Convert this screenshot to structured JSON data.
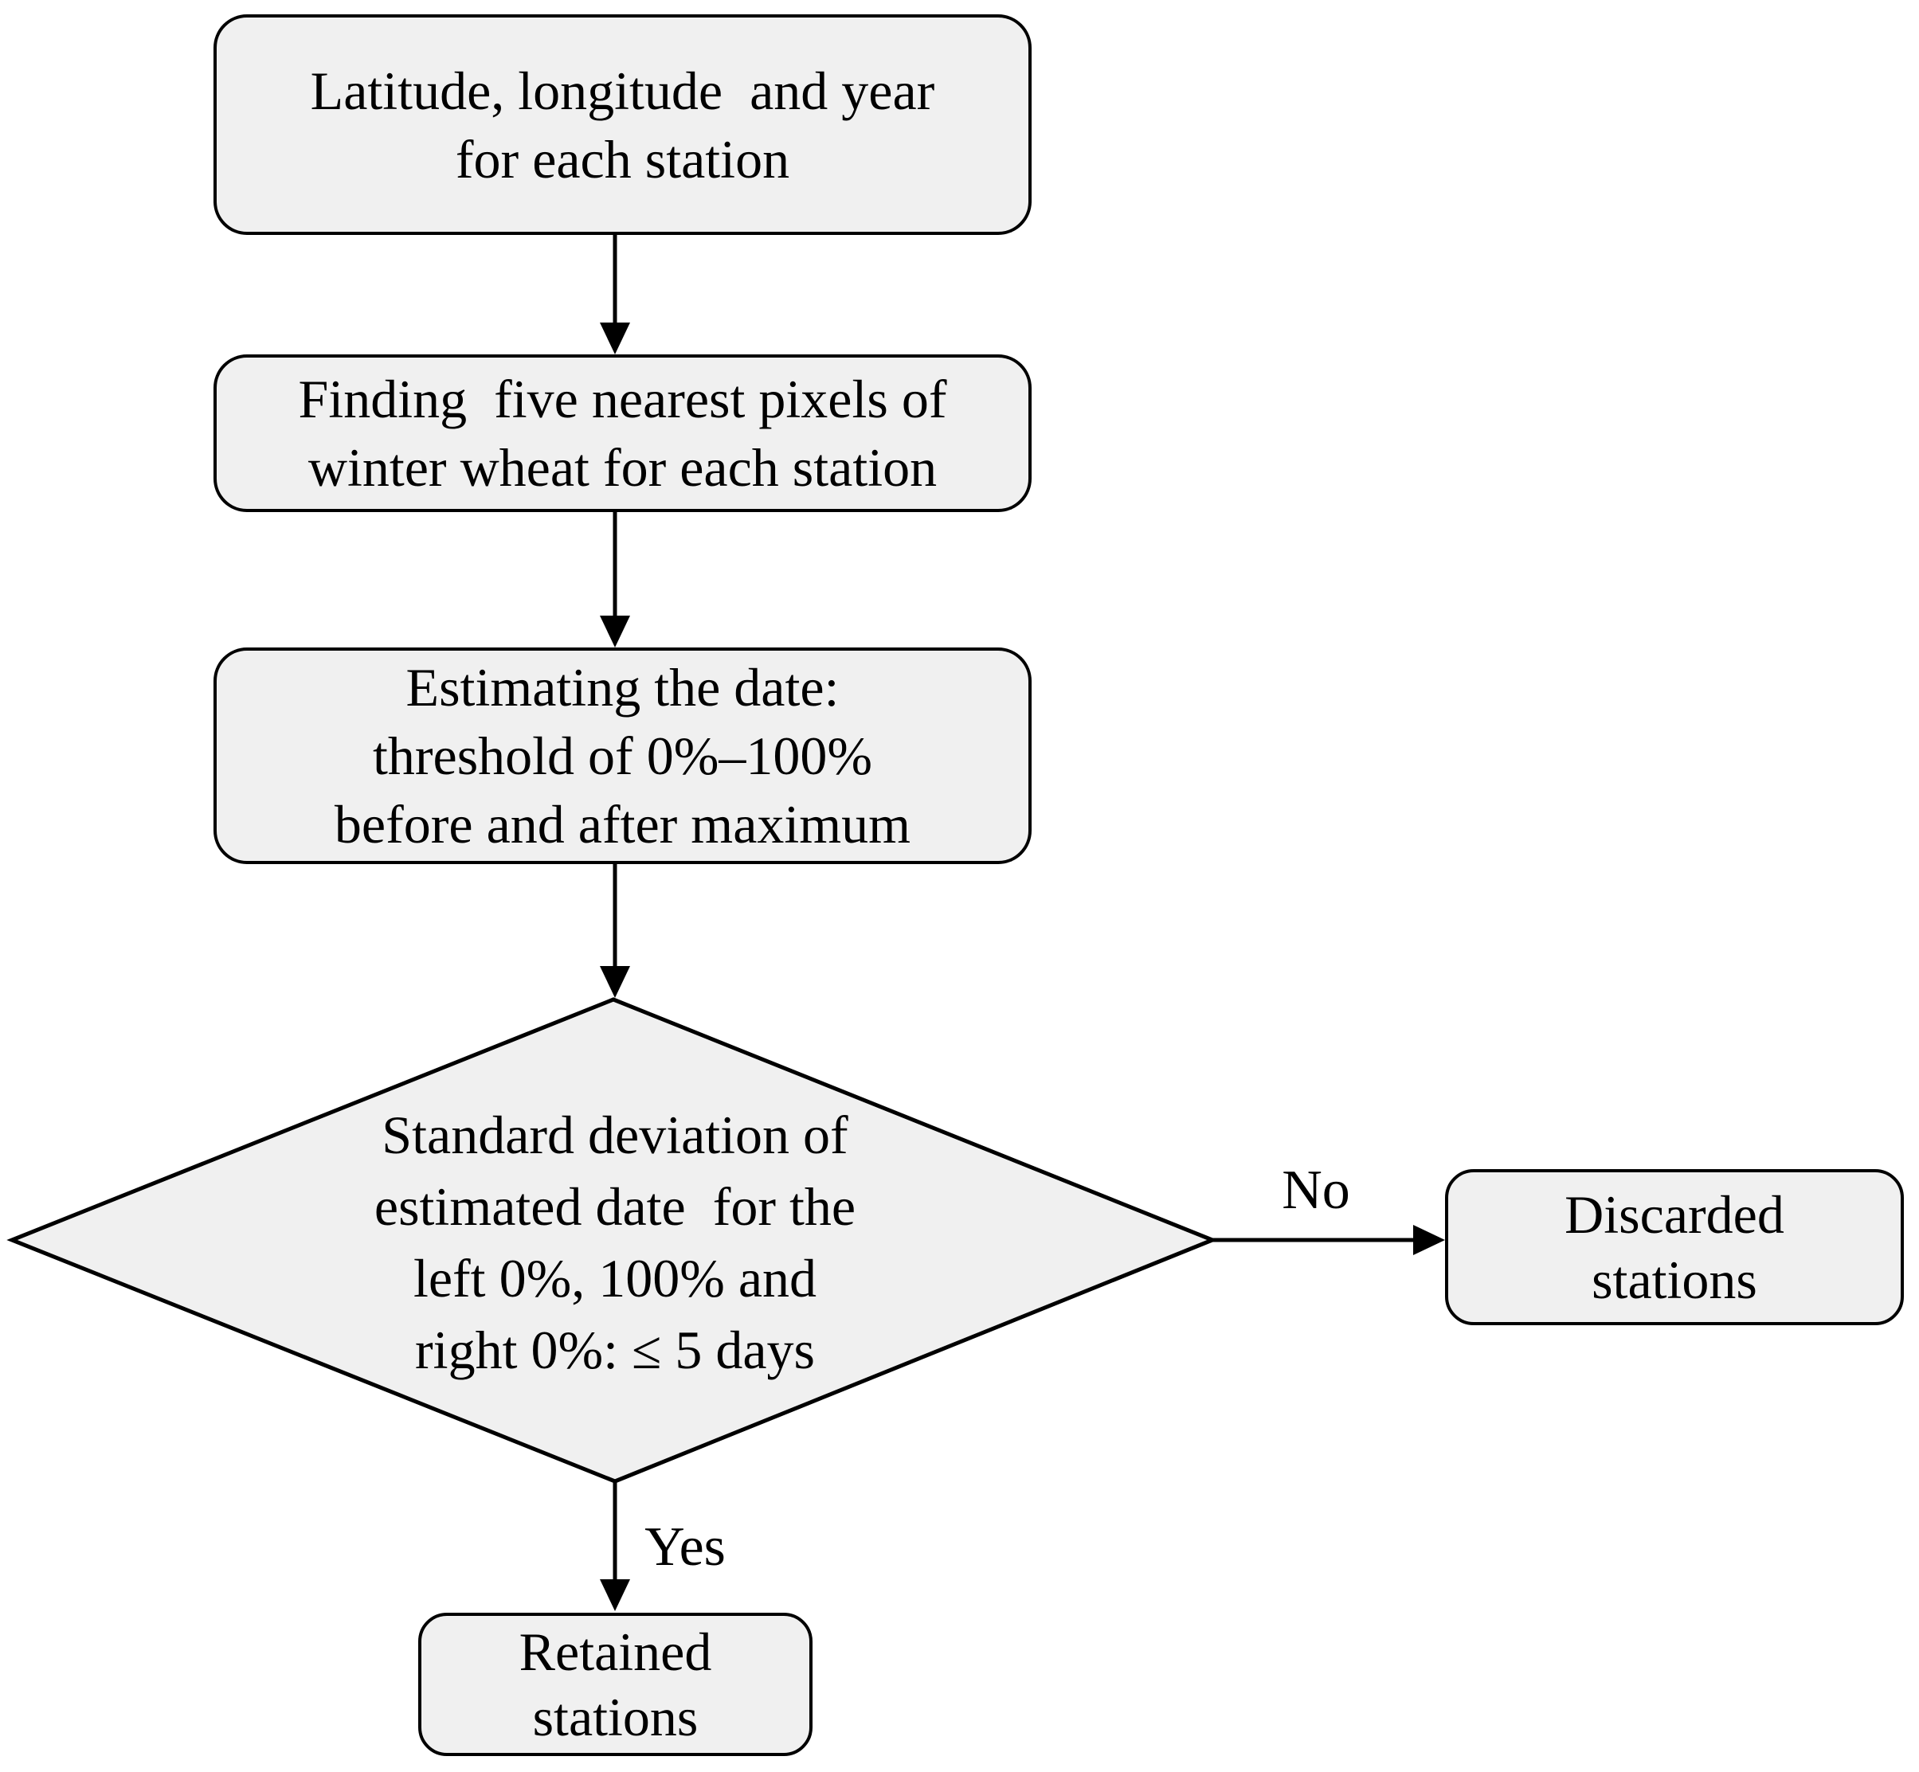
{
  "flowchart": {
    "nodes": {
      "station_input": {
        "text": "Latitude, longitude  and year\nfor each station"
      },
      "find_pixels": {
        "text": "Finding  five nearest pixels of\nwinter wheat for each station"
      },
      "estimate_date": {
        "text": "Estimating the date:\nthreshold of 0%–100%\nbefore and after maximum"
      },
      "decision": {
        "text": "Standard deviation of\nestimated date  for the\nleft 0%, 100% and\nright 0%: ≤ 5 days"
      },
      "discarded": {
        "text": "Discarded\nstations"
      },
      "retained": {
        "text": "Retained\nstations"
      }
    },
    "labels": {
      "no": "No",
      "yes": "Yes"
    },
    "colors": {
      "node_fill": "#f0f0f0",
      "stroke": "#000000",
      "background": "#ffffff",
      "text": "#000000"
    }
  }
}
